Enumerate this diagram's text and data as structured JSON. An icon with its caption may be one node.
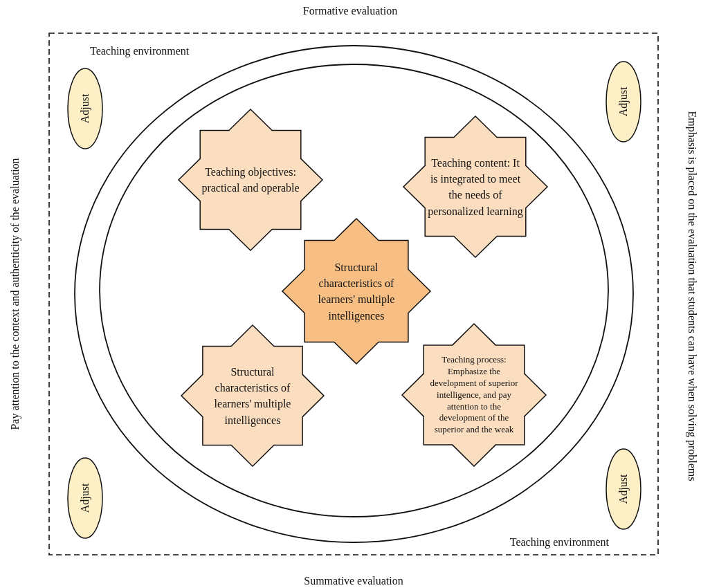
{
  "diagram": {
    "nodes": [
      {
        "text": [
          "Teaching environment",
          "Teaching environment"
        ]
      },
      {
        "text": [],
        "shape": "ellipse",
        "in": 0
      },
      {
        "text": [],
        "shape": "ellipse",
        "in": 1
      },
      {
        "text": [
          "Teaching objectives: practical and operable"
        ],
        "in": 2
      },
      {
        "text": [
          "Teaching content: It is integrated to meet the needs of personalized learning"
        ],
        "in": 2
      },
      {
        "text": [
          "Structural characteristics of learners' multiple intelligences"
        ],
        "in": 2
      },
      {
        "text": [
          "Structural characteristics of learners' multiple intelligences"
        ],
        "in": 2
      },
      {
        "text": [
          "Teaching process: Emphasize the development of superior intelligence, and pay attention to the development of the superior and the weak"
        ],
        "in": 2
      },
      {
        "text": [
          "Adjust"
        ],
        "in": 0
      },
      {
        "text": [
          "Adjust"
        ],
        "in": 0
      },
      {
        "text": [
          "Adjust"
        ],
        "in": 0
      },
      {
        "text": [
          "Adjust"
        ],
        "in": 0
      }
    ],
    "edges": [],
    "labels": [
      "Formative evaluation",
      "Pay attention to the context and authenticity of the evaluation",
      "Emphasis is placed on the evaluation that students can have when solving problems",
      "Summative evaluation"
    ]
  }
}
